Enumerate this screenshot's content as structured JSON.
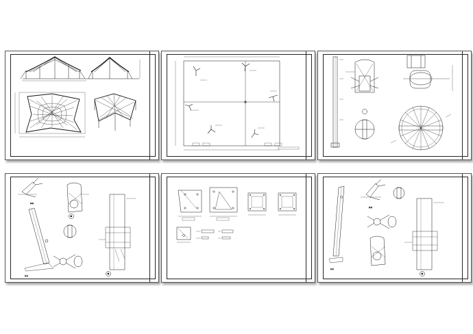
{
  "sheets": [
    {
      "id": "sheet-1"
    },
    {
      "id": "sheet-2"
    },
    {
      "id": "sheet-3"
    },
    {
      "id": "sheet-4"
    },
    {
      "id": "sheet-5"
    },
    {
      "id": "sheet-6"
    }
  ],
  "marks": {
    "c1": "①",
    "c2": "②",
    "s11": "1-1",
    "s22": "2-2"
  },
  "colors": {
    "line": "#111111",
    "sheet_border": "#555555",
    "background": "#ffffff"
  }
}
